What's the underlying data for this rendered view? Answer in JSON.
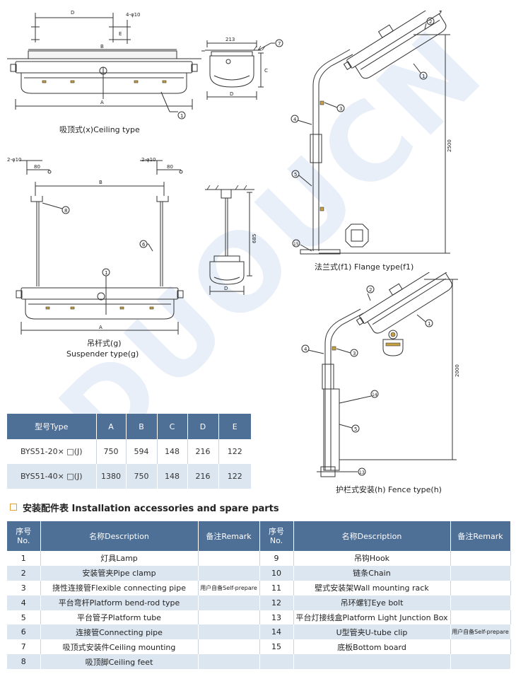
{
  "watermark": "DUOUCN",
  "diagrams": {
    "ceiling": {
      "caption": "吸顶式(x)Ceiling type",
      "dim_d": "D",
      "dim_b": "B",
      "dim_a": "A",
      "dim_e": "E",
      "dim_c": "C",
      "hole": "4-φ10",
      "side_w": "213",
      "side_d": "D",
      "callout_1": "1",
      "callout_7": "7"
    },
    "suspender": {
      "caption_cn": "吊杆式(g)",
      "caption_en": "Suspender type(g)",
      "hole_left": "2-φ10",
      "hole_right": "2-φ10",
      "dim_80_left": "80",
      "dim_80_right": "80",
      "dim_b": "B",
      "dim_a": "A",
      "side_d": "D",
      "height": "685",
      "callout_8": "8",
      "callout_6": "6",
      "callout_1": "1"
    },
    "flange": {
      "caption": "法兰式(f1) Flange type(f1)",
      "height": "2500",
      "callouts": [
        "2",
        "1",
        "3",
        "4",
        "5",
        "15"
      ]
    },
    "fence": {
      "caption": "护栏式安装(h) Fence type(h)",
      "height": "2000",
      "callouts": [
        "2",
        "1",
        "4",
        "3",
        "14",
        "5",
        "13"
      ]
    }
  },
  "model_table": {
    "headers": [
      "型号Type",
      "A",
      "B",
      "C",
      "D",
      "E"
    ],
    "rows": [
      [
        "BYS51-20× □(J)",
        "750",
        "594",
        "148",
        "216",
        "122"
      ],
      [
        "BYS51-40× □(J)",
        "1380",
        "750",
        "148",
        "216",
        "122"
      ]
    ]
  },
  "accessories": {
    "title": "安装配件表 Installation accessories and spare parts",
    "headers": {
      "no_cn": "序号",
      "no_en": "No.",
      "desc": "名称Description",
      "remark": "备注Remark"
    },
    "rows": [
      {
        "no_l": "1",
        "desc_l": "灯具Lamp",
        "rem_l": "",
        "no_r": "9",
        "desc_r": "吊钩Hook",
        "rem_r": ""
      },
      {
        "no_l": "2",
        "desc_l": "安装管夹Pipe clamp",
        "rem_l": "",
        "no_r": "10",
        "desc_r": "链条Chain",
        "rem_r": ""
      },
      {
        "no_l": "3",
        "desc_l": "挠性连接管Flexible connecting pipe",
        "rem_l": "用户自备Self-prepare",
        "no_r": "11",
        "desc_r": "壁式安装架Wall mounting rack",
        "rem_r": ""
      },
      {
        "no_l": "4",
        "desc_l": "平台弯杆Platform bend-rod type",
        "rem_l": "",
        "no_r": "12",
        "desc_r": "吊环螺钉Eye bolt",
        "rem_r": ""
      },
      {
        "no_l": "5",
        "desc_l": "平台管子Platform tube",
        "rem_l": "",
        "no_r": "13",
        "desc_r": "平台灯接线盒Platform Light Junction Box",
        "rem_r": ""
      },
      {
        "no_l": "6",
        "desc_l": "连接管Connecting pipe",
        "rem_l": "",
        "no_r": "14",
        "desc_r": "U型管夹U-tube clip",
        "rem_r": "用户自备Self-prepare"
      },
      {
        "no_l": "7",
        "desc_l": "吸顶式安装件Ceiling mounting",
        "rem_l": "",
        "no_r": "15",
        "desc_r": "底板Bottom board",
        "rem_r": ""
      },
      {
        "no_l": "8",
        "desc_l": "吸顶脚Ceiling feet",
        "rem_l": "",
        "no_r": "",
        "desc_r": "",
        "rem_r": ""
      }
    ]
  },
  "colors": {
    "header_blue": "#4e6f96",
    "row_blue": "#dce6f0",
    "watermark_blue": "#4a82c8",
    "accent_orange": "#e0a030"
  }
}
